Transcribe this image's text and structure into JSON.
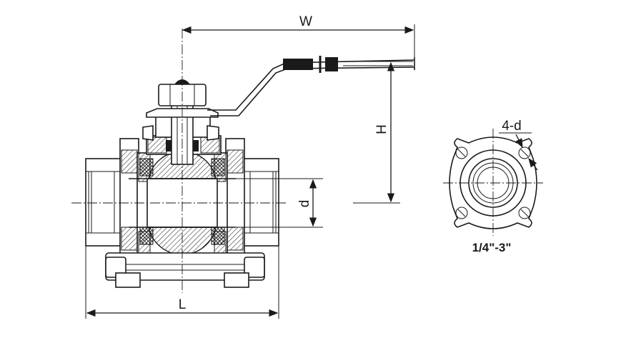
{
  "labels": {
    "width": "W",
    "height": "H",
    "diameter": "d",
    "length": "L",
    "holes": "4-d",
    "size_range": "1/4\"-3\""
  },
  "colors": {
    "line": "#1a1a1a",
    "background": "#ffffff",
    "hatch": "#1a1a1a"
  }
}
